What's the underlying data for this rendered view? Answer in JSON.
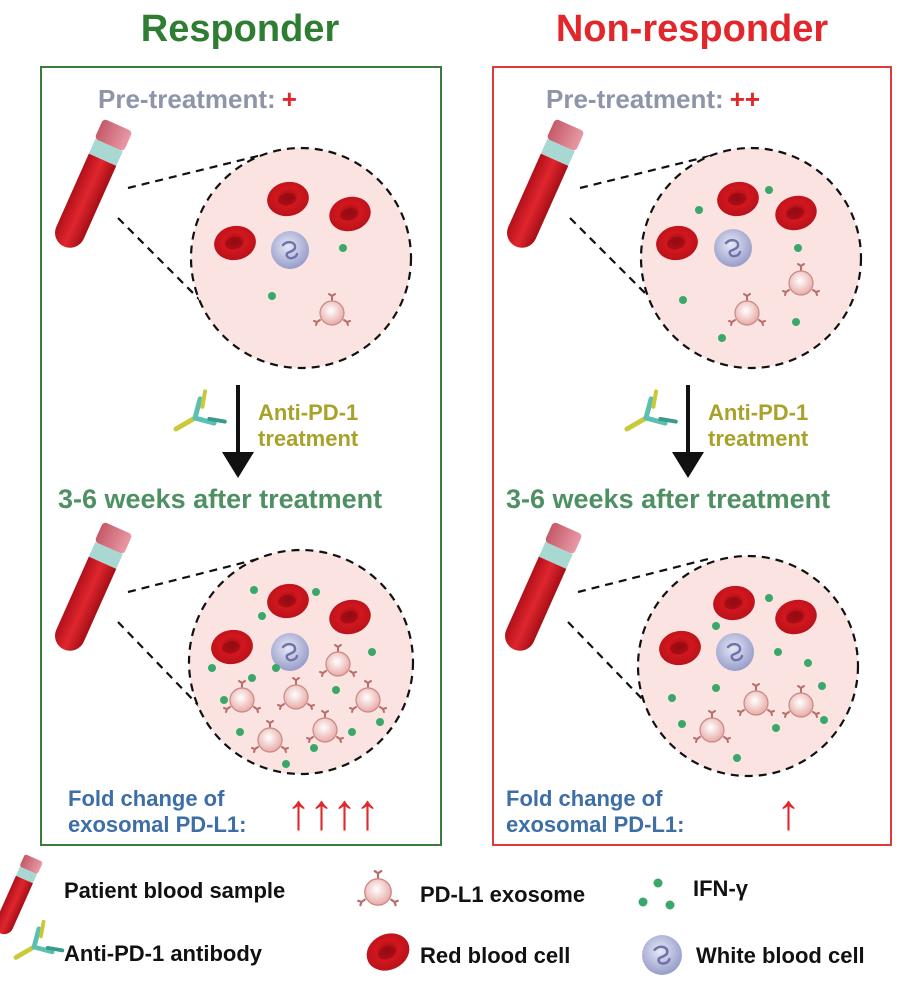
{
  "responder": {
    "title": "Responder",
    "pre_label": "Pre-treatment:",
    "pre_level": "+",
    "treatment_line1": "Anti-PD-1",
    "treatment_line2": "treatment",
    "after_label": "3-6 weeks after treatment",
    "fold_line1": "Fold change of",
    "fold_line2": "exosomal PD-L1:",
    "fold_arrows": "↑↑↑↑"
  },
  "non_responder": {
    "title": "Non-responder",
    "pre_label": "Pre-treatment:",
    "pre_level": "++",
    "treatment_line1": "Anti-PD-1",
    "treatment_line2": "treatment",
    "after_label": "3-6 weeks after treatment",
    "fold_line1": "Fold change of",
    "fold_line2": "exosomal PD-L1:",
    "fold_arrows": "↑"
  },
  "legend": {
    "blood_sample": "Patient blood sample",
    "pd_l1_exosome": "PD-L1 exosome",
    "ifn_gamma": "IFN-γ",
    "antibody": "Anti-PD-1 antibody",
    "red_blood_cell": "Red blood cell",
    "white_blood_cell": "White blood cell"
  },
  "colors": {
    "responder": "#2e7d32",
    "non_responder": "#e3262b",
    "red_cell": "#c8141c",
    "white_cell": "#aab0d8",
    "ifn": "#3aa86a",
    "exosome": "#f2c6c2",
    "circle_fill": "#fae3e1"
  }
}
